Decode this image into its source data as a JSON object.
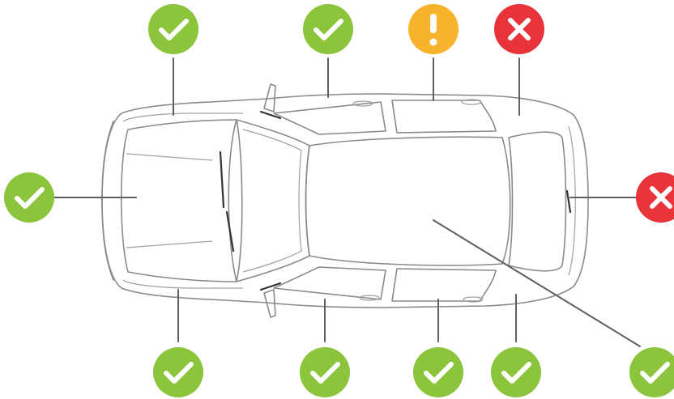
{
  "colors": {
    "ok": "#8cc43c",
    "warning": "#f7b32b",
    "damage": "#e8333a",
    "outline": "#8a8a8a",
    "leader": "#5e5e5e"
  },
  "status_icons": {
    "ok": "check-icon",
    "warning": "exclamation-icon",
    "damage": "x-icon"
  },
  "markers": [
    {
      "part": "front-left-fender",
      "status": "ok"
    },
    {
      "part": "front-left-door",
      "status": "ok"
    },
    {
      "part": "rear-left-door",
      "status": "warning"
    },
    {
      "part": "rear-left-quarter",
      "status": "damage"
    },
    {
      "part": "hood",
      "status": "ok"
    },
    {
      "part": "rear-hatch",
      "status": "damage"
    },
    {
      "part": "front-right-fender",
      "status": "ok"
    },
    {
      "part": "front-right-door",
      "status": "ok"
    },
    {
      "part": "rear-right-door",
      "status": "ok"
    },
    {
      "part": "rear-right-quarter",
      "status": "ok"
    },
    {
      "part": "roof",
      "status": "ok"
    }
  ]
}
